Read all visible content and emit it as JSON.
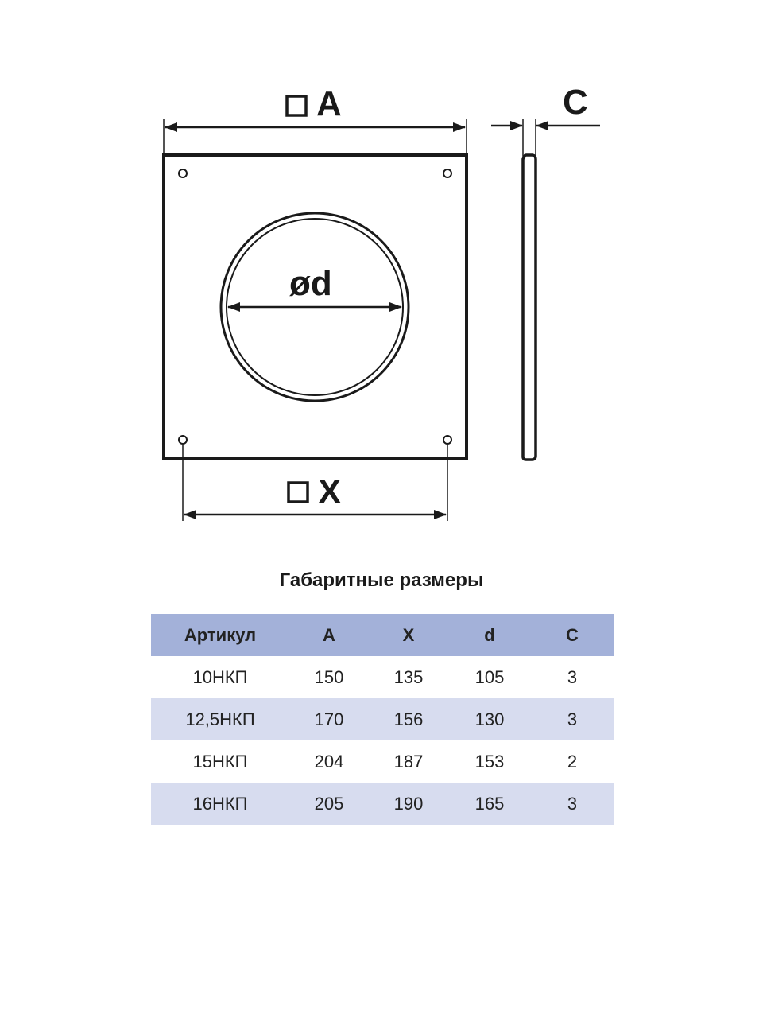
{
  "drawing": {
    "label_a": "A",
    "label_x": "X",
    "label_c": "C",
    "label_d": "ød",
    "icons": [
      "square-dimension-icon",
      "arrow-icon"
    ]
  },
  "table": {
    "title": "Габаритные размеры",
    "headers": [
      "Артикул",
      "A",
      "X",
      "d",
      "C"
    ],
    "rows": [
      [
        "10НКП",
        "150",
        "135",
        "105",
        "3"
      ],
      [
        "12,5НКП",
        "170",
        "156",
        "130",
        "3"
      ],
      [
        "15НКП",
        "204",
        "187",
        "153",
        "2"
      ],
      [
        "16НКП",
        "205",
        "190",
        "165",
        "3"
      ]
    ],
    "header_color": "#a3b1d9",
    "alt_row_color": "#d7dcef"
  }
}
